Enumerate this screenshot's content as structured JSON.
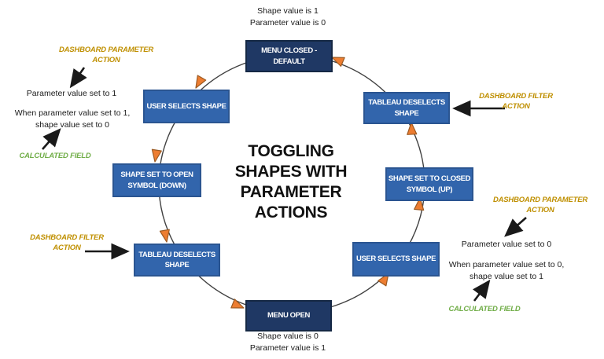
{
  "title_lines": [
    "TOGGLING",
    "SHAPES WITH",
    "PARAMETER",
    "ACTIONS"
  ],
  "nodes": [
    {
      "id": "menu-closed-default",
      "style": "dark",
      "lines": [
        "MENU CLOSED -",
        "DEFAULT"
      ]
    },
    {
      "id": "user-selects-shape-left",
      "style": "blue",
      "lines": [
        "USER SELECTS SHAPE"
      ]
    },
    {
      "id": "shape-set-open",
      "style": "blue",
      "lines": [
        "SHAPE SET TO OPEN",
        "SYMBOL (DOWN)"
      ]
    },
    {
      "id": "tableau-deselects-left",
      "style": "blue",
      "lines": [
        "TABLEAU DESELECTS",
        "SHAPE"
      ]
    },
    {
      "id": "menu-open",
      "style": "dark",
      "lines": [
        "MENU OPEN"
      ]
    },
    {
      "id": "user-selects-shape-right",
      "style": "blue",
      "lines": [
        "USER SELECTS SHAPE"
      ]
    },
    {
      "id": "shape-set-closed",
      "style": "blue",
      "lines": [
        "SHAPE SET TO CLOSED",
        "SYMBOL (UP)"
      ]
    },
    {
      "id": "tableau-deselects-right",
      "style": "blue",
      "lines": [
        "TABLEAU DESELECTS",
        "SHAPE"
      ]
    }
  ],
  "annotations": {
    "top_state": {
      "lines": [
        "Shape value is 1",
        "Parameter value is 0"
      ]
    },
    "bottom_state": {
      "lines": [
        "Shape value is 0",
        "Parameter value is 1"
      ]
    },
    "left_parameter_action_label": {
      "lines": [
        "DASHBOARD PARAMETER",
        "ACTION"
      ]
    },
    "left_parameter_result": {
      "lines": [
        "Parameter value set to 1"
      ]
    },
    "left_calculated_text": {
      "lines": [
        "When parameter value set to 1,",
        "shape value set to 0"
      ]
    },
    "left_calculated_field_label": {
      "lines": [
        "CALCULATED FIELD"
      ]
    },
    "left_filter_action_label": {
      "lines": [
        "DASHBOARD FILTER",
        "ACTION"
      ]
    },
    "right_filter_action_label": {
      "lines": [
        "DASHBOARD FILTER",
        "ACTION"
      ]
    },
    "right_parameter_action_label": {
      "lines": [
        "DASHBOARD PARAMETER",
        "ACTION"
      ]
    },
    "right_parameter_result": {
      "lines": [
        "Parameter value set to 0"
      ]
    },
    "right_calculated_text": {
      "lines": [
        "When parameter value set to 0,",
        "shape value set to 1"
      ]
    },
    "right_calculated_field_label": {
      "lines": [
        "CALCULATED FIELD"
      ]
    }
  },
  "colors": {
    "dark_box": "#1F3864",
    "blue_box": "#3265AC",
    "gold_label": "#BF8F00",
    "green_label": "#70AD47",
    "orange_arrowhead": "#ED7D31",
    "cycle_line": "#404040",
    "annotation_arrow": "#1a1a1a"
  }
}
